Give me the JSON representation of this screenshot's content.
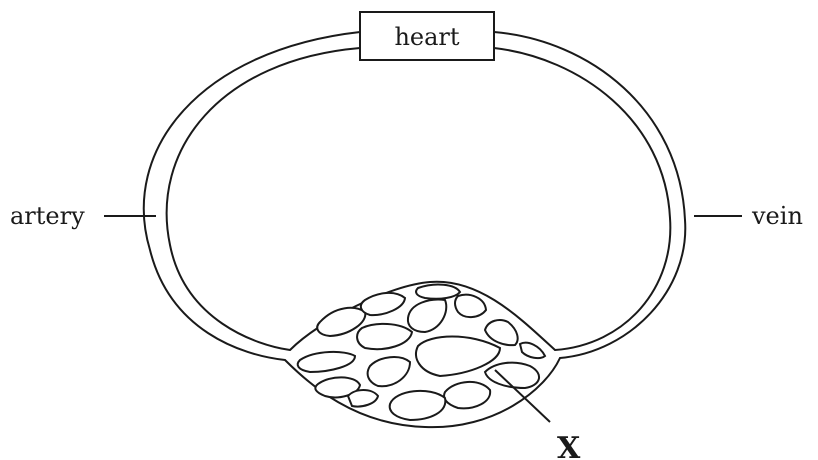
{
  "diagram": {
    "heart_label": "heart",
    "artery_label": "artery",
    "vein_label": "vein",
    "x_label": "X"
  },
  "colors": {
    "stroke": "#1a1a1a",
    "background": "#ffffff"
  }
}
